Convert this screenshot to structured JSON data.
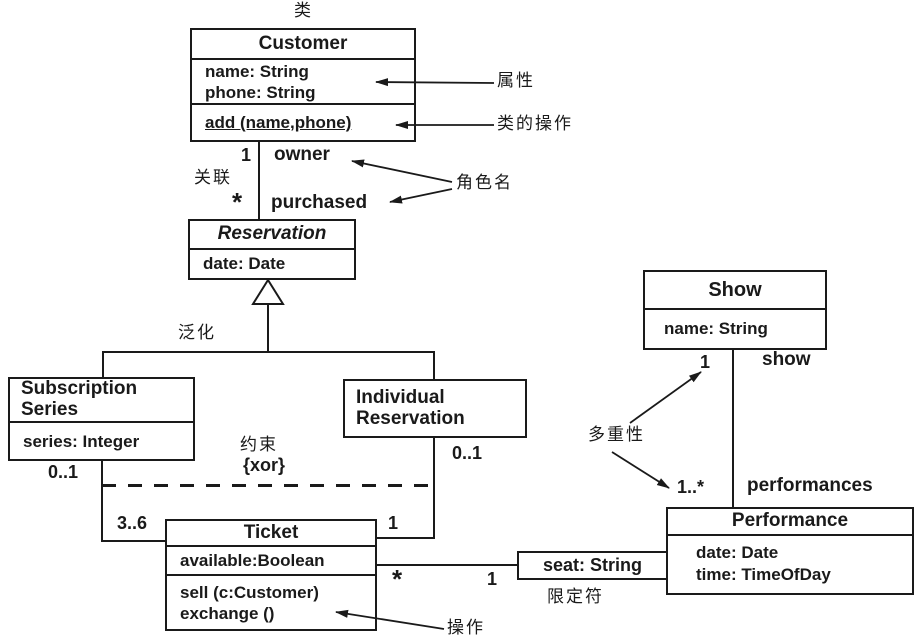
{
  "diagram": {
    "classes": {
      "customer": {
        "name": "Customer",
        "attributes": [
          "name: String",
          "phone: String"
        ],
        "operations": [
          "add (name,phone)"
        ]
      },
      "reservation": {
        "name": "Reservation",
        "abstract": true,
        "attributes": [
          "date: Date"
        ]
      },
      "subscription_series": {
        "name": "Subscription Series",
        "attributes": [
          "series: Integer"
        ]
      },
      "individual_reservation": {
        "name": "Individual Reservation"
      },
      "show": {
        "name": "Show",
        "attributes": [
          "name: String"
        ]
      },
      "ticket": {
        "name": "Ticket",
        "attributes": [
          "available:Boolean"
        ],
        "operations": [
          "sell (c:Customer)",
          "exchange ()"
        ]
      },
      "performance": {
        "name": "Performance",
        "attributes": [
          "date: Date",
          "time: TimeOfDay"
        ]
      }
    },
    "qualifier": {
      "text": "seat: String"
    },
    "associations": {
      "customer_reservation": {
        "customer_multiplicity": "1",
        "customer_role": "owner",
        "reservation_multiplicity": "*",
        "reservation_role": "purchased"
      },
      "subscription_ticket": {
        "subscription_end": "0..1",
        "ticket_end": "3..6"
      },
      "individual_ticket": {
        "individual_end": "0..1",
        "ticket_end": "1"
      },
      "ticket_performance": {
        "ticket_end": "*",
        "performance_end": "1"
      },
      "show_performance": {
        "show_end": "1",
        "show_role": "show",
        "performance_end": "1..*",
        "performance_role": "performances"
      },
      "constraint_value": "{xor}"
    },
    "annotations": {
      "class_label": "类",
      "attribute_label": "属性",
      "class_operation_label": "类的操作",
      "association_label": "关联",
      "role_name_label": "角色名",
      "generalization_label": "泛化",
      "constraint_label": "约束",
      "multiplicity_label": "多重性",
      "qualifier_label": "限定符",
      "operation_label": "操作"
    },
    "colors": {
      "ink": "#1a1a1a",
      "background": "#ffffff"
    }
  }
}
